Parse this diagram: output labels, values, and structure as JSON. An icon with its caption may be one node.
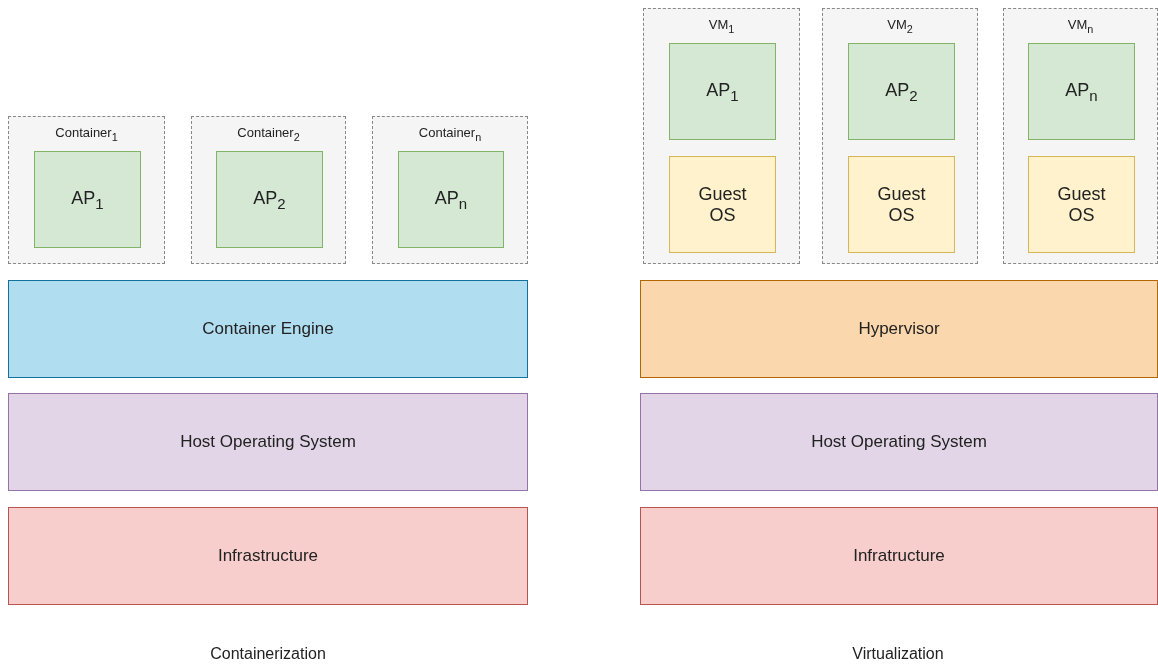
{
  "diagram": {
    "nodes": [
      {
        "text": [
          "Container$_{1}$"
        ]
      },
      {
        "text": [
          "AP$_{1}$"
        ],
        "in": 0
      },
      {
        "text": [
          "Container$_{2}$"
        ]
      },
      {
        "text": [
          "AP$_{2}$"
        ],
        "in": 2
      },
      {
        "text": [
          "Container$_{n}$"
        ]
      },
      {
        "text": [
          "AP$_{n}$"
        ],
        "in": 4
      },
      {
        "text": [
          "Container Engine"
        ]
      },
      {
        "text": [
          "Host Operating System"
        ]
      },
      {
        "text": [
          "Infrastructure"
        ]
      },
      {
        "text": [
          "VM$_{1}$"
        ]
      },
      {
        "text": [
          "AP$_{1}$"
        ],
        "in": 9
      },
      {
        "text": [
          "Guest OS"
        ],
        "in": 9
      },
      {
        "text": [
          "VM$_{2}$"
        ]
      },
      {
        "text": [
          "AP$_{2}$"
        ],
        "in": 12
      },
      {
        "text": [
          "Guest OS"
        ],
        "in": 12
      },
      {
        "text": [
          "VM$_{n}$"
        ]
      },
      {
        "text": [
          "AP$_{n}$"
        ],
        "in": 15
      },
      {
        "text": [
          "Guest OS"
        ],
        "in": 15
      },
      {
        "text": [
          "Hypervisor"
        ]
      },
      {
        "text": [
          "Host Operating System"
        ]
      },
      {
        "text": [
          "Infratructure"
        ]
      }
    ],
    "labels": [
      "Containerization",
      "Virtualization"
    ]
  }
}
